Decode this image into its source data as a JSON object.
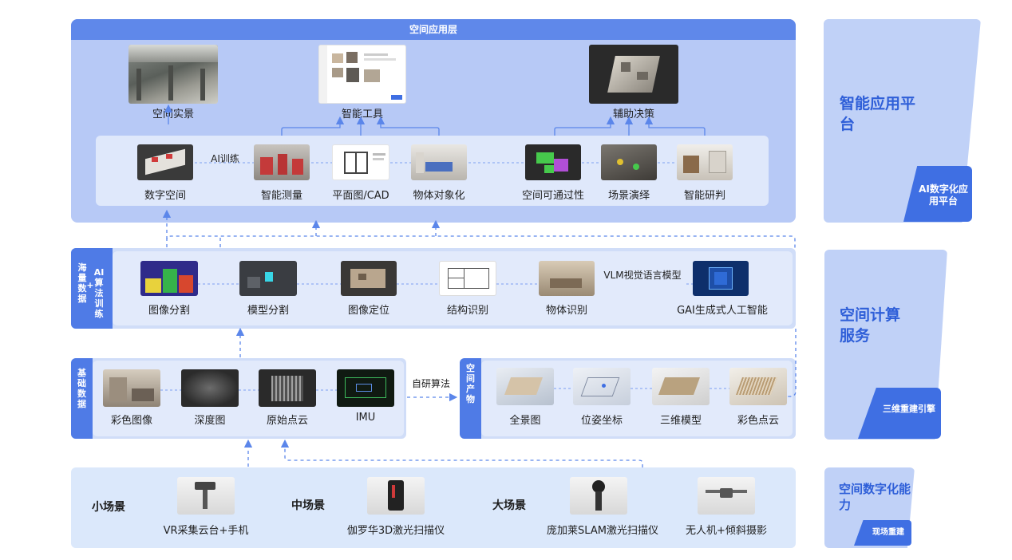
{
  "app_layer": {
    "title": "空间应用层",
    "top_items": [
      {
        "label": "空间实景"
      },
      {
        "label": "智能工具"
      },
      {
        "label": "辅助决策"
      }
    ],
    "bottom_items": [
      {
        "label": "数字空间"
      },
      {
        "label": "智能测量"
      },
      {
        "label": "平面图/CAD"
      },
      {
        "label": "物体对象化"
      },
      {
        "label": "空间可通过性"
      },
      {
        "label": "场景演绎"
      },
      {
        "label": "智能研判"
      }
    ],
    "ai_training_label": "AI训练"
  },
  "ai_layer": {
    "tab_left": "海量数据",
    "tab_plus": "+",
    "tab_right": "AI算法训练",
    "items": [
      {
        "label": "图像分割"
      },
      {
        "label": "模型分割"
      },
      {
        "label": "图像定位"
      },
      {
        "label": "结构识别"
      },
      {
        "label": "物体识别"
      },
      {
        "label": "GAI生成式人工智能"
      }
    ],
    "vlm_label": "VLM视觉语言模型"
  },
  "base_data": {
    "tab": "基础数据",
    "items": [
      {
        "label": "彩色图像"
      },
      {
        "label": "深度图"
      },
      {
        "label": "原始点云"
      },
      {
        "label": "IMU"
      }
    ]
  },
  "self_algo_label": "自研算法",
  "spatial_products": {
    "tab": "空间产物",
    "items": [
      {
        "label": "全景图"
      },
      {
        "label": "位姿坐标"
      },
      {
        "label": "三维模型"
      },
      {
        "label": "彩色点云"
      }
    ]
  },
  "capture_layer": {
    "scenes": [
      "小场景",
      "中场景",
      "大场景"
    ],
    "devices": [
      {
        "label": "VR采集云台+手机"
      },
      {
        "label": "伽罗华3D激光扫描仪"
      },
      {
        "label": "庞加莱SLAM激光扫描仪"
      },
      {
        "label": "无人机+倾斜摄影"
      }
    ]
  },
  "right_cards": [
    {
      "title": "智能应用平台",
      "badge": "AI数字化应用平台"
    },
    {
      "title": "空间计算服务",
      "badge": "三维重建引擎"
    },
    {
      "title": "空间数字化能力",
      "badge": "现场重建"
    }
  ],
  "colors": {
    "accent": "#5f88ea",
    "arrow": "#5b86ea",
    "dashed": "#7c9ff0",
    "card_bg": "#c0d1f7",
    "badge": "#3f6fe3"
  }
}
